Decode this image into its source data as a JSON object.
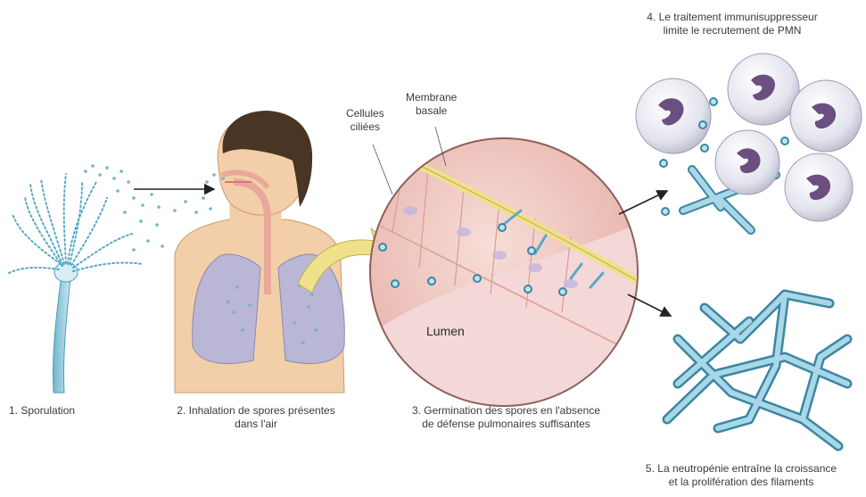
{
  "labels": {
    "step1": "1. Sporulation",
    "step2_line1": "2. Inhalation de spores présentes",
    "step2_line2": "dans l'air",
    "step3_line1": "3. Germination des spores en l'absence",
    "step3_line2": "de défense pulmonaires suffisantes",
    "step4_line1": "4. Le traitement immunisuppresseur",
    "step4_line2": "limite le recrutement de PMN",
    "step5_line1": "5. La neutropénie entraîne la croissance",
    "step5_line2": "et la prolifération des filaments",
    "membrane_line1": "Membrane",
    "membrane_line2": "basale",
    "cilia_line1": "Cellules",
    "cilia_line2": "ciliées",
    "lumen": "Lumen"
  },
  "colors": {
    "spore": "#5aa9c4",
    "hypha": "#8fc7dc",
    "hypha_dark": "#3b86a3",
    "tissue": "#f0c9c2",
    "membrane": "#efe08a",
    "lung": "#b9b6d6",
    "skin": "#f2cfa8",
    "hair": "#4a3424",
    "neutrophil": "#e8e8ef",
    "nucleus": "#6a4f80",
    "arrow": "#222222"
  }
}
